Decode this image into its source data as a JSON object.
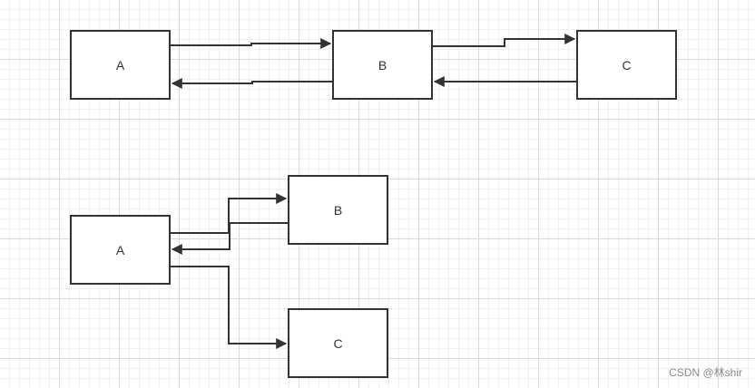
{
  "diagrams": [
    {
      "nodes": {
        "a": "A",
        "b": "B",
        "c": "C"
      },
      "edges": [
        {
          "from": "A",
          "to": "B"
        },
        {
          "from": "B",
          "to": "A"
        },
        {
          "from": "B",
          "to": "C"
        },
        {
          "from": "C",
          "to": "B"
        }
      ]
    },
    {
      "nodes": {
        "a": "A",
        "b": "B",
        "c": "C"
      },
      "edges": [
        {
          "from": "A",
          "to": "B"
        },
        {
          "from": "B",
          "to": "A"
        },
        {
          "from": "A",
          "to": "C"
        }
      ]
    }
  ],
  "colors": {
    "stroke": "#333333",
    "grid": "#d9d9d9",
    "background": "#ffffff"
  },
  "watermark": "CSDN @林shir"
}
